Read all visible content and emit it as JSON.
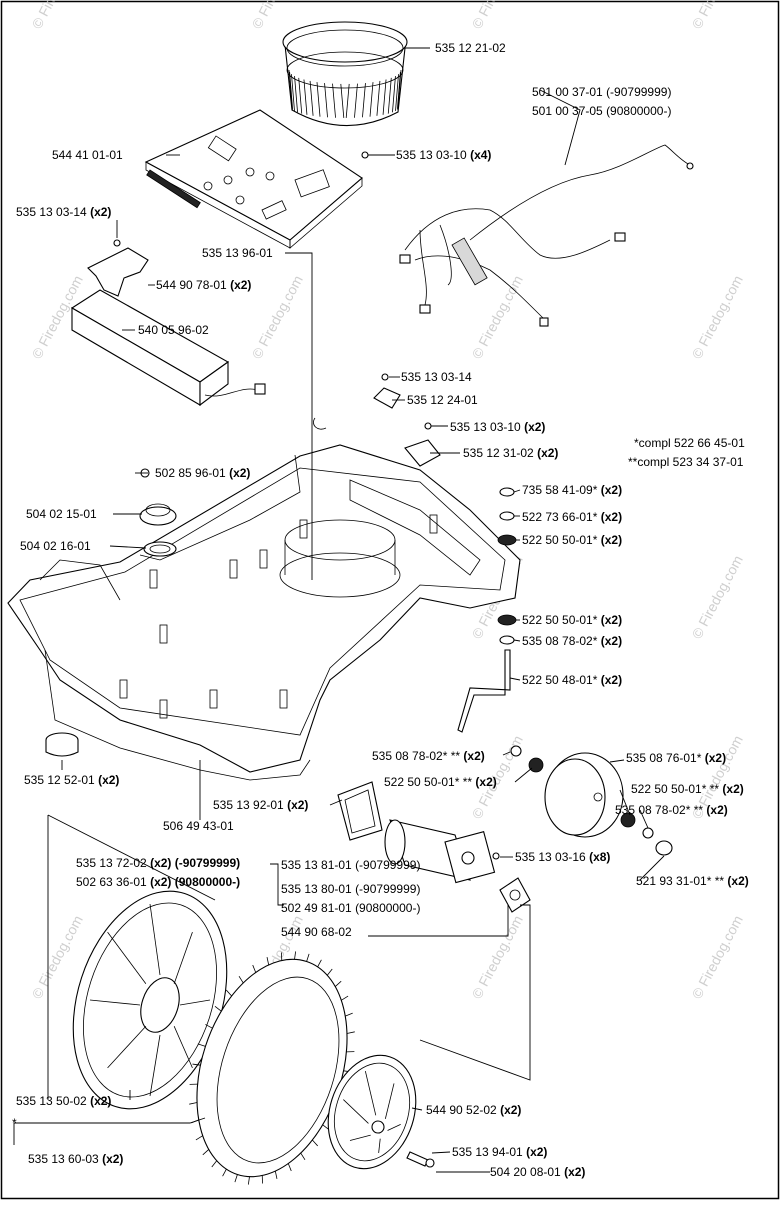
{
  "watermark": {
    "text": "© Firedog.com"
  },
  "notes": {
    "compl1": "*compl 522 66 45-01",
    "compl2": "**compl 523 34 37-01",
    "star": "*"
  },
  "labels": [
    {
      "id": "l-535-12-21-02",
      "part": "535 12 21-02",
      "qty": ""
    },
    {
      "id": "l-501-00-37-01",
      "part": "501 00 37-01 (-90799999)",
      "qty": ""
    },
    {
      "id": "l-501-00-37-05",
      "part": "501 00 37-05 (90800000-)",
      "qty": ""
    },
    {
      "id": "l-544-41-01-01",
      "part": "544 41 01-01",
      "qty": ""
    },
    {
      "id": "l-535-13-03-10-x4",
      "part": "535 13 03-10",
      "qty": "(x4)"
    },
    {
      "id": "l-535-13-03-14-x2",
      "part": "535 13 03-14",
      "qty": "(x2)"
    },
    {
      "id": "l-535-13-96-01",
      "part": "535 13 96-01",
      "qty": ""
    },
    {
      "id": "l-544-90-78-01",
      "part": "544 90 78-01",
      "qty": "(x2)"
    },
    {
      "id": "l-540-05-96-02",
      "part": "540 05 96-02",
      "qty": ""
    },
    {
      "id": "l-535-13-03-14",
      "part": "535 13 03-14",
      "qty": ""
    },
    {
      "id": "l-535-12-24-01",
      "part": "535 12 24-01",
      "qty": ""
    },
    {
      "id": "l-535-13-03-10-x2",
      "part": "535 13 03-10",
      "qty": "(x2)"
    },
    {
      "id": "l-535-12-31-02",
      "part": "535 12 31-02",
      "qty": "(x2)"
    },
    {
      "id": "l-502-85-96-01",
      "part": "502 85 96-01",
      "qty": "(x2)"
    },
    {
      "id": "l-735-58-41-09",
      "part": "735 58 41-09*",
      "qty": "(x2)"
    },
    {
      "id": "l-504-02-15-01",
      "part": "504 02 15-01",
      "qty": ""
    },
    {
      "id": "l-522-73-66-01",
      "part": "522 73 66-01*",
      "qty": "(x2)"
    },
    {
      "id": "l-504-02-16-01",
      "part": "504 02 16-01",
      "qty": ""
    },
    {
      "id": "l-522-50-50-01-a",
      "part": "522 50 50-01*",
      "qty": "(x2)"
    },
    {
      "id": "l-522-50-50-01-b",
      "part": "522 50 50-01*",
      "qty": "(x2)"
    },
    {
      "id": "l-535-08-78-02-a",
      "part": "535 08 78-02*",
      "qty": "(x2)"
    },
    {
      "id": "l-522-50-48-01",
      "part": "522 50 48-01*",
      "qty": "(x2)"
    },
    {
      "id": "l-535-08-78-02-b",
      "part": "535 08 78-02* **",
      "qty": "(x2)"
    },
    {
      "id": "l-535-08-76-01",
      "part": "535 08 76-01*",
      "qty": "(x2)"
    },
    {
      "id": "l-522-50-50-01-c",
      "part": "522 50 50-01* **",
      "qty": "(x2)"
    },
    {
      "id": "l-522-50-50-01-d",
      "part": "522 50 50-01* **",
      "qty": "(x2)"
    },
    {
      "id": "l-535-12-52-01",
      "part": "535 12 52-01",
      "qty": "(x2)"
    },
    {
      "id": "l-535-13-92-01",
      "part": "535 13 92-01",
      "qty": "(x2)"
    },
    {
      "id": "l-535-08-78-02-c",
      "part": "535 08 78-02* **",
      "qty": "(x2)"
    },
    {
      "id": "l-506-49-43-01",
      "part": "506 49 43-01",
      "qty": ""
    },
    {
      "id": "l-535-13-72-02",
      "part": "535 13 72-02",
      "qty": "(x2) (-90799999)"
    },
    {
      "id": "l-535-13-81-01",
      "part": "535 13 81-01 (-90799999)",
      "qty": ""
    },
    {
      "id": "l-535-13-03-16",
      "part": "535 13 03-16",
      "qty": "(x8)"
    },
    {
      "id": "l-502-63-36-01",
      "part": "502 63 36-01",
      "qty": "(x2) (90800000-)"
    },
    {
      "id": "l-521-93-31-01",
      "part": "521 93 31-01* **",
      "qty": "(x2)"
    },
    {
      "id": "l-535-13-80-01",
      "part": "535 13 80-01 (-90799999)",
      "qty": ""
    },
    {
      "id": "l-502-49-81-01",
      "part": "502 49 81-01 (90800000-)",
      "qty": ""
    },
    {
      "id": "l-544-90-68-02",
      "part": "544 90 68-02",
      "qty": ""
    },
    {
      "id": "l-535-13-50-02",
      "part": "535 13 50-02",
      "qty": "(x2)"
    },
    {
      "id": "l-544-90-52-02",
      "part": "544 90 52-02",
      "qty": "(x2)"
    },
    {
      "id": "l-535-13-94-01",
      "part": "535 13 94-01",
      "qty": "(x2)"
    },
    {
      "id": "l-535-13-60-03",
      "part": "535 13 60-03",
      "qty": "(x2)"
    },
    {
      "id": "l-504-20-08-01",
      "part": "504 20 08-01",
      "qty": "(x2)"
    }
  ]
}
